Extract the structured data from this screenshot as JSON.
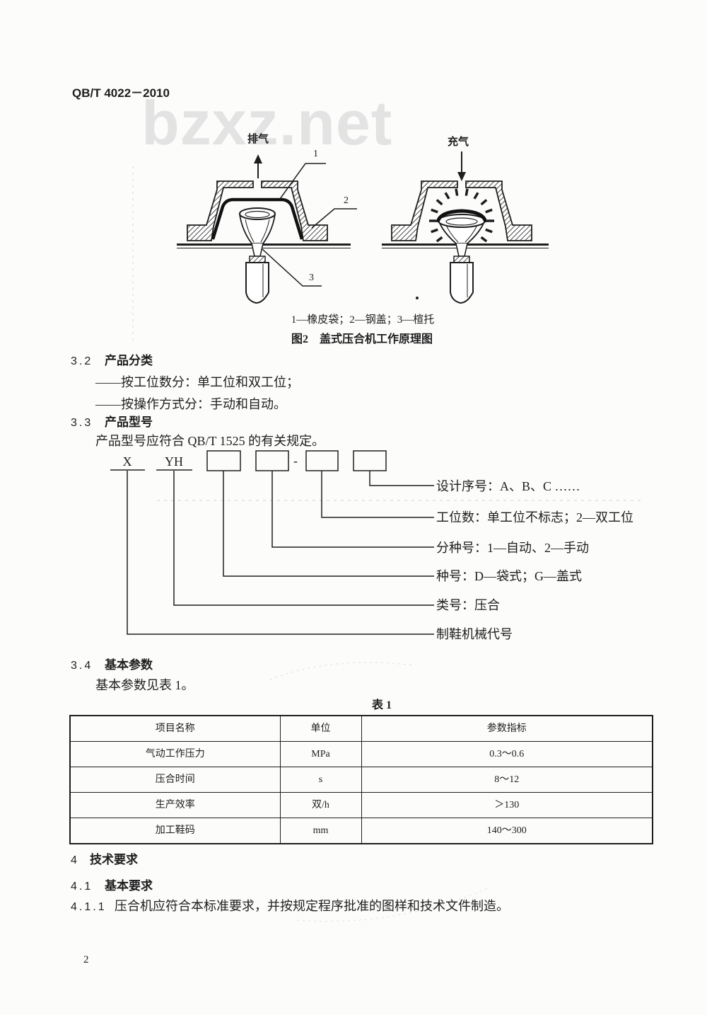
{
  "header": {
    "standard_code": "QB/T 4022－2010"
  },
  "watermark": {
    "text": "bzxz.net"
  },
  "figure2": {
    "exhaust_label": "排气",
    "inflate_label": "充气",
    "callout_1": "1",
    "callout_2": "2",
    "callout_3": "3",
    "legend": "1—橡皮袋；2—钢盖；3—楦托",
    "caption": "图2　盖式压合机工作原理图"
  },
  "section_3_2": {
    "number": "3.2",
    "title": "产品分类",
    "items": [
      "——按工位数分：单工位和双工位；",
      "——按操作方式分：手动和自动。"
    ]
  },
  "section_3_3": {
    "number": "3.3",
    "title": "产品型号",
    "text": "产品型号应符合 QB/T 1525 的有关规定。"
  },
  "model_code": {
    "prefix_1": "X",
    "prefix_2": "YH",
    "separator": "-",
    "labels": [
      "设计序号：A、B、C ……",
      "工位数：单工位不标志；2—双工位",
      "分种号：1—自动、2—手动",
      "种号：D—袋式；G—盖式",
      "类号：压合",
      "制鞋机械代号"
    ]
  },
  "section_3_4": {
    "number": "3.4",
    "title": "基本参数",
    "text": "基本参数见表 1。"
  },
  "table1": {
    "title": "表 1",
    "headers": [
      "项目名称",
      "单位",
      "参数指标"
    ],
    "rows": [
      [
        "气动工作压力",
        "MPa",
        "0.3～0.6"
      ],
      [
        "压合时间",
        "s",
        "8～12"
      ],
      [
        "生产效率",
        "双/h",
        "＞130"
      ],
      [
        "加工鞋码",
        "mm",
        "140～300"
      ]
    ]
  },
  "section_4": {
    "number": "4",
    "title": "技术要求"
  },
  "section_4_1": {
    "number": "4.1",
    "title": "基本要求"
  },
  "clause_4_1_1": {
    "number": "4.1.1",
    "text": "压合机应符合本标准要求，并按规定程序批准的图样和技术文件制造。"
  },
  "page_number": "2"
}
